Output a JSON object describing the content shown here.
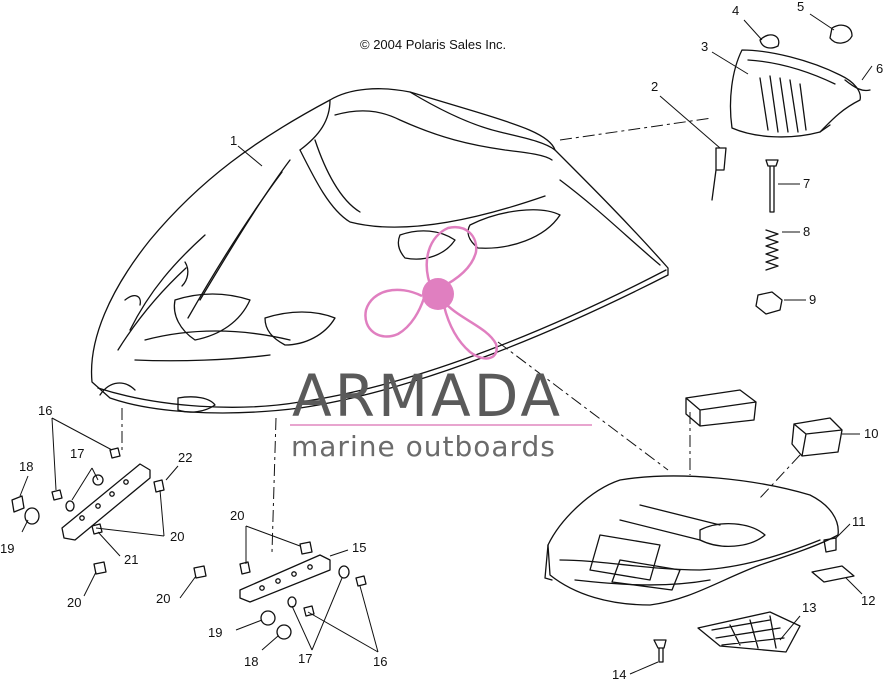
{
  "copyright": "© 2004 Polaris Sales Inc.",
  "watermark": {
    "brand": "ARMADA",
    "tagline": "marine outboards",
    "logo_color": "#e07fc0",
    "text_color": "#5a5a5a"
  },
  "callouts": [
    "1",
    "2",
    "3",
    "4",
    "5",
    "6",
    "7",
    "8",
    "9",
    "10",
    "11",
    "12",
    "13",
    "14",
    "15",
    "16",
    "16",
    "17",
    "17",
    "18",
    "18",
    "19",
    "19",
    "20",
    "20",
    "20",
    "20",
    "21",
    "22"
  ]
}
